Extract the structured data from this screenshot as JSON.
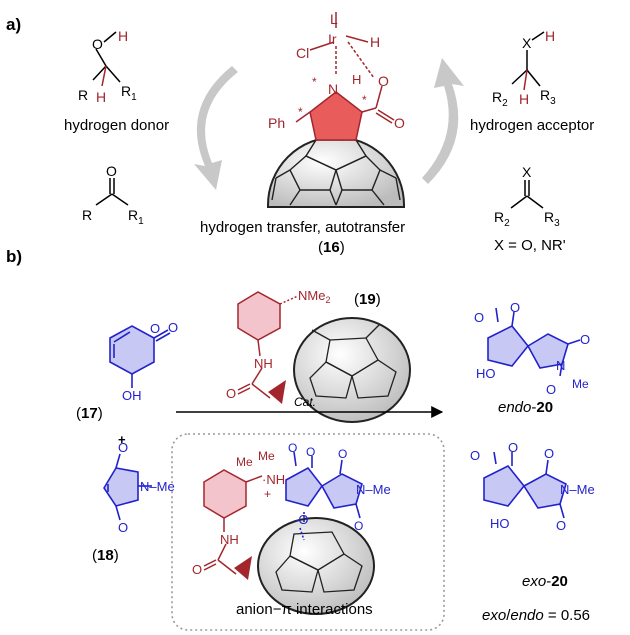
{
  "panel_a": {
    "label": "a)",
    "donor_label": "hydrogen donor",
    "acceptor_label": "hydrogen acceptor",
    "center_caption": "hydrogen transfer, autotransfer",
    "compound_label_prefix": "(",
    "compound_number": "16",
    "compound_label_suffix": ")",
    "x_equals": "X = O, NR'",
    "atoms": {
      "O": "O",
      "H": "H",
      "R": "R",
      "R1": "R",
      "sub1": "1",
      "X": "X",
      "R2": "R",
      "sub2": "2",
      "R3": "R",
      "sub3": "3",
      "L": "L",
      "Cl": "Cl",
      "Ir": "Ir",
      "N": "N",
      "Ph": "Ph",
      "star": "*"
    }
  },
  "panel_b": {
    "label": "b)",
    "cat_label": "Cat.",
    "c17": "17",
    "c18": "18",
    "c19": "19",
    "plus": "+",
    "nme2": "NMe",
    "nme2_sub": "2",
    "nh": "NH",
    "me": "Me",
    "n_me": "N",
    "me_text": "Me",
    "ho": "HO",
    "oh": "OH",
    "endo_prefix": "endo",
    "endo_num": "20",
    "exo_prefix": "exo",
    "exo_num": "20",
    "anion_pi": "anion−π interactions",
    "ratio_exo": "exo",
    "ratio_slash": "/",
    "ratio_endo": "endo",
    "ratio_value": " = 0.56"
  },
  "colors": {
    "red": "#a3262c",
    "blue": "#2222cc",
    "arrow_gray": "#c8c8c8",
    "pentagon_red": "#e85c5c",
    "pink_ring": "#f4c4cc"
  }
}
